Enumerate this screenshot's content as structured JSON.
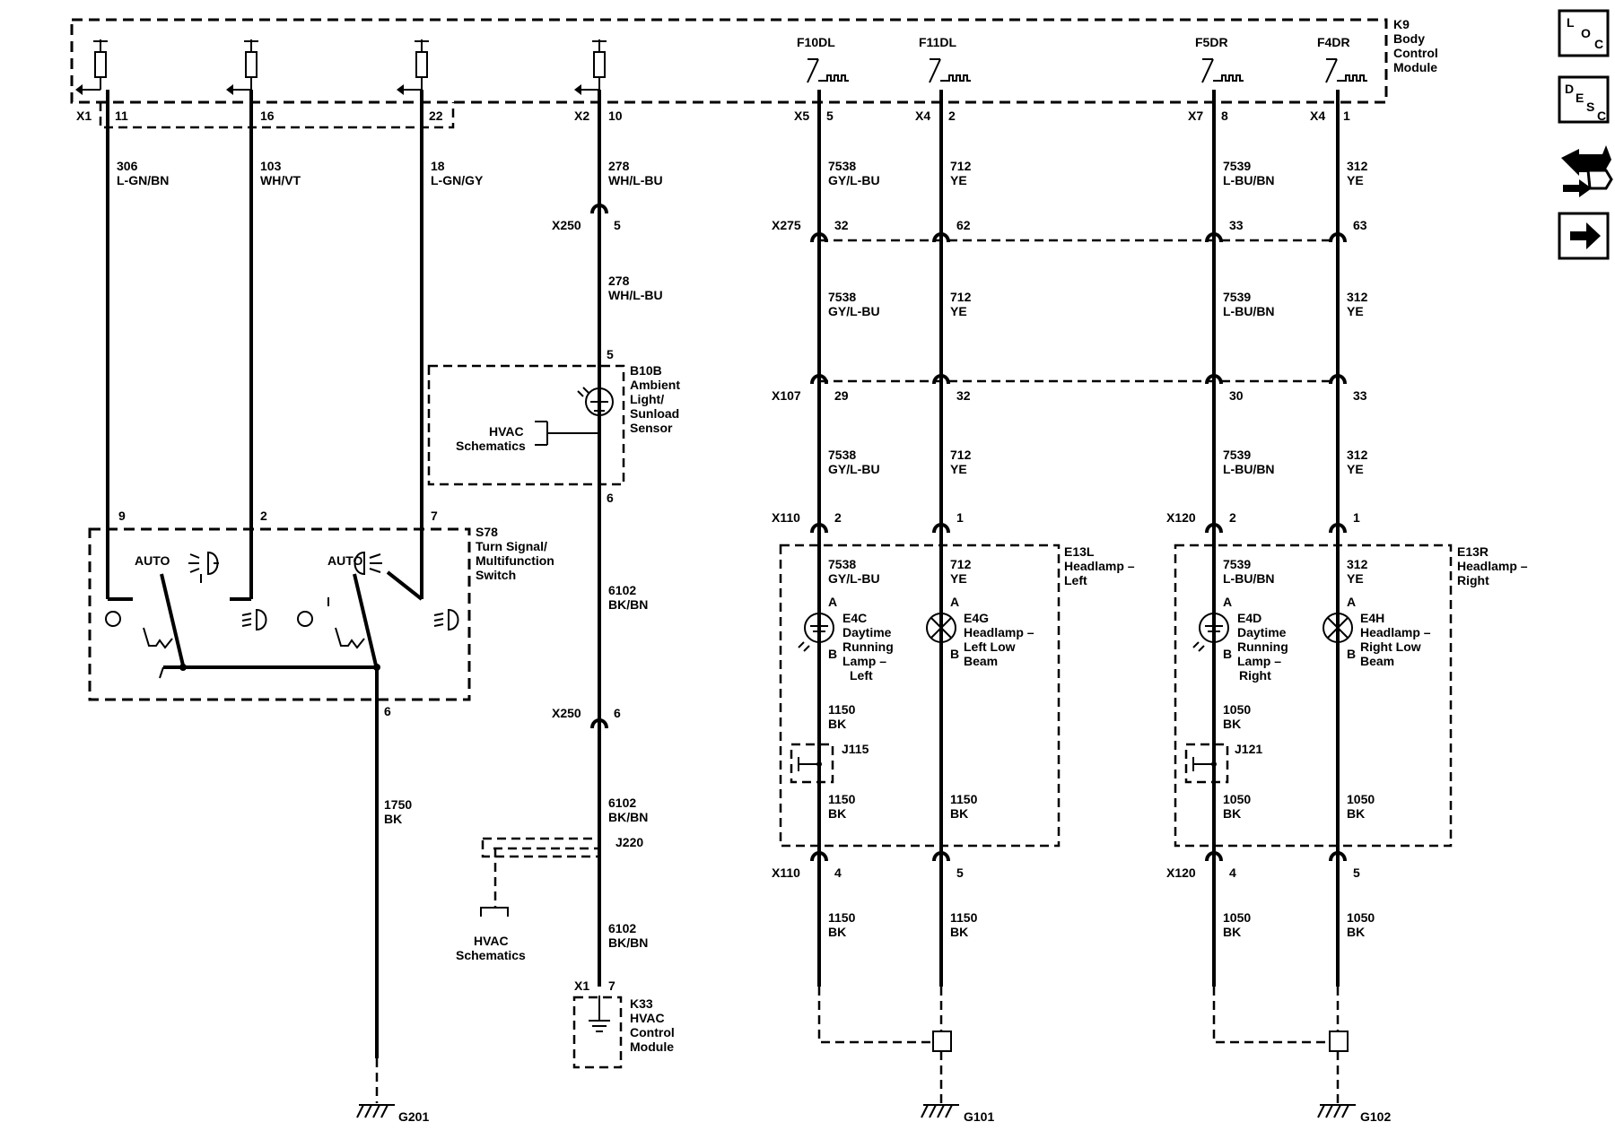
{
  "module_k9": {
    "ref": "K9",
    "name_1": "Body",
    "name_2": "Control",
    "name_3": "Module"
  },
  "bcm_outputs": {
    "f10dl": "F10DL",
    "f11dl": "F11DL",
    "f5dr": "F5DR",
    "f4dr": "F4DR"
  },
  "connectors": {
    "x1": "X1",
    "x2": "X2",
    "x5": "X5",
    "x4": "X4",
    "x7": "X7",
    "x250": "X250",
    "x275": "X275",
    "x107": "X107",
    "x110": "X110",
    "x120": "X120"
  },
  "pins": {
    "p11": "11",
    "p16": "16",
    "p22": "22",
    "p10": "10",
    "p5": "5",
    "p2": "2",
    "p8": "8",
    "p1": "1",
    "p32": "32",
    "p62": "62",
    "p33": "33",
    "p63": "63",
    "p29": "29",
    "p30": "30",
    "p4": "4",
    "p9": "9",
    "p7": "7",
    "p6": "6"
  },
  "wires": {
    "w306_num": "306",
    "w306_col": "L-GN/BN",
    "w103_num": "103",
    "w103_col": "WH/VT",
    "w18_num": "18",
    "w18_col": "L-GN/GY",
    "w278_num": "278",
    "w278_col": "WH/L-BU",
    "w7538_num": "7538",
    "w7538_col": "GY/L-BU",
    "w712_num": "712",
    "w712_col": "YE",
    "w7539_num": "7539",
    "w7539_col": "L-BU/BN",
    "w312_num": "312",
    "w312_col": "YE",
    "w6102_num": "6102",
    "w6102_col": "BK/BN",
    "w1750_num": "1750",
    "w1150_num": "1150",
    "w1050_num": "1050",
    "bk": "BK"
  },
  "b10b": {
    "ref": "B10B",
    "l1": "Ambient",
    "l2": "Light/",
    "l3": "Sunload",
    "l4": "Sensor"
  },
  "hvac": {
    "l1": "HVAC",
    "l2": "Schematics"
  },
  "s78": {
    "ref": "S78",
    "l1": "Turn Signal/",
    "l2": "Multifunction",
    "l3": "Switch",
    "auto": "AUTO"
  },
  "e13l": {
    "ref": "E13L",
    "l1": "Headlamp –",
    "l2": "Left"
  },
  "e13r": {
    "ref": "E13R",
    "l1": "Headlamp –",
    "l2": "Right"
  },
  "e4c": {
    "ref": "E4C",
    "l1": "Daytime",
    "l2": "Running",
    "l3": "Lamp –",
    "l4": "Left"
  },
  "e4g": {
    "ref": "E4G",
    "l1": "Headlamp –",
    "l2": "Left Low",
    "l3": "Beam"
  },
  "e4d": {
    "ref": "E4D",
    "l1": "Daytime",
    "l2": "Running",
    "l3": "Lamp –",
    "l4": "Right"
  },
  "e4h": {
    "ref": "E4H",
    "l1": "Headlamp –",
    "l2": "Right Low",
    "l3": "Beam"
  },
  "pin_letters": {
    "a": "A",
    "b": "B"
  },
  "splices": {
    "j115": "J115",
    "j121": "J121",
    "j220": "J220"
  },
  "k33": {
    "ref": "K33",
    "l1": "HVAC",
    "l2": "Control",
    "l3": "Module"
  },
  "grounds": {
    "g201": "G201",
    "g101": "G101",
    "g102": "G102"
  },
  "nav": {
    "loc_l": "L",
    "loc_o": "O",
    "loc_c": "C",
    "desc_d": "D",
    "desc_e": "E",
    "desc_s": "S",
    "desc_c": "C"
  }
}
